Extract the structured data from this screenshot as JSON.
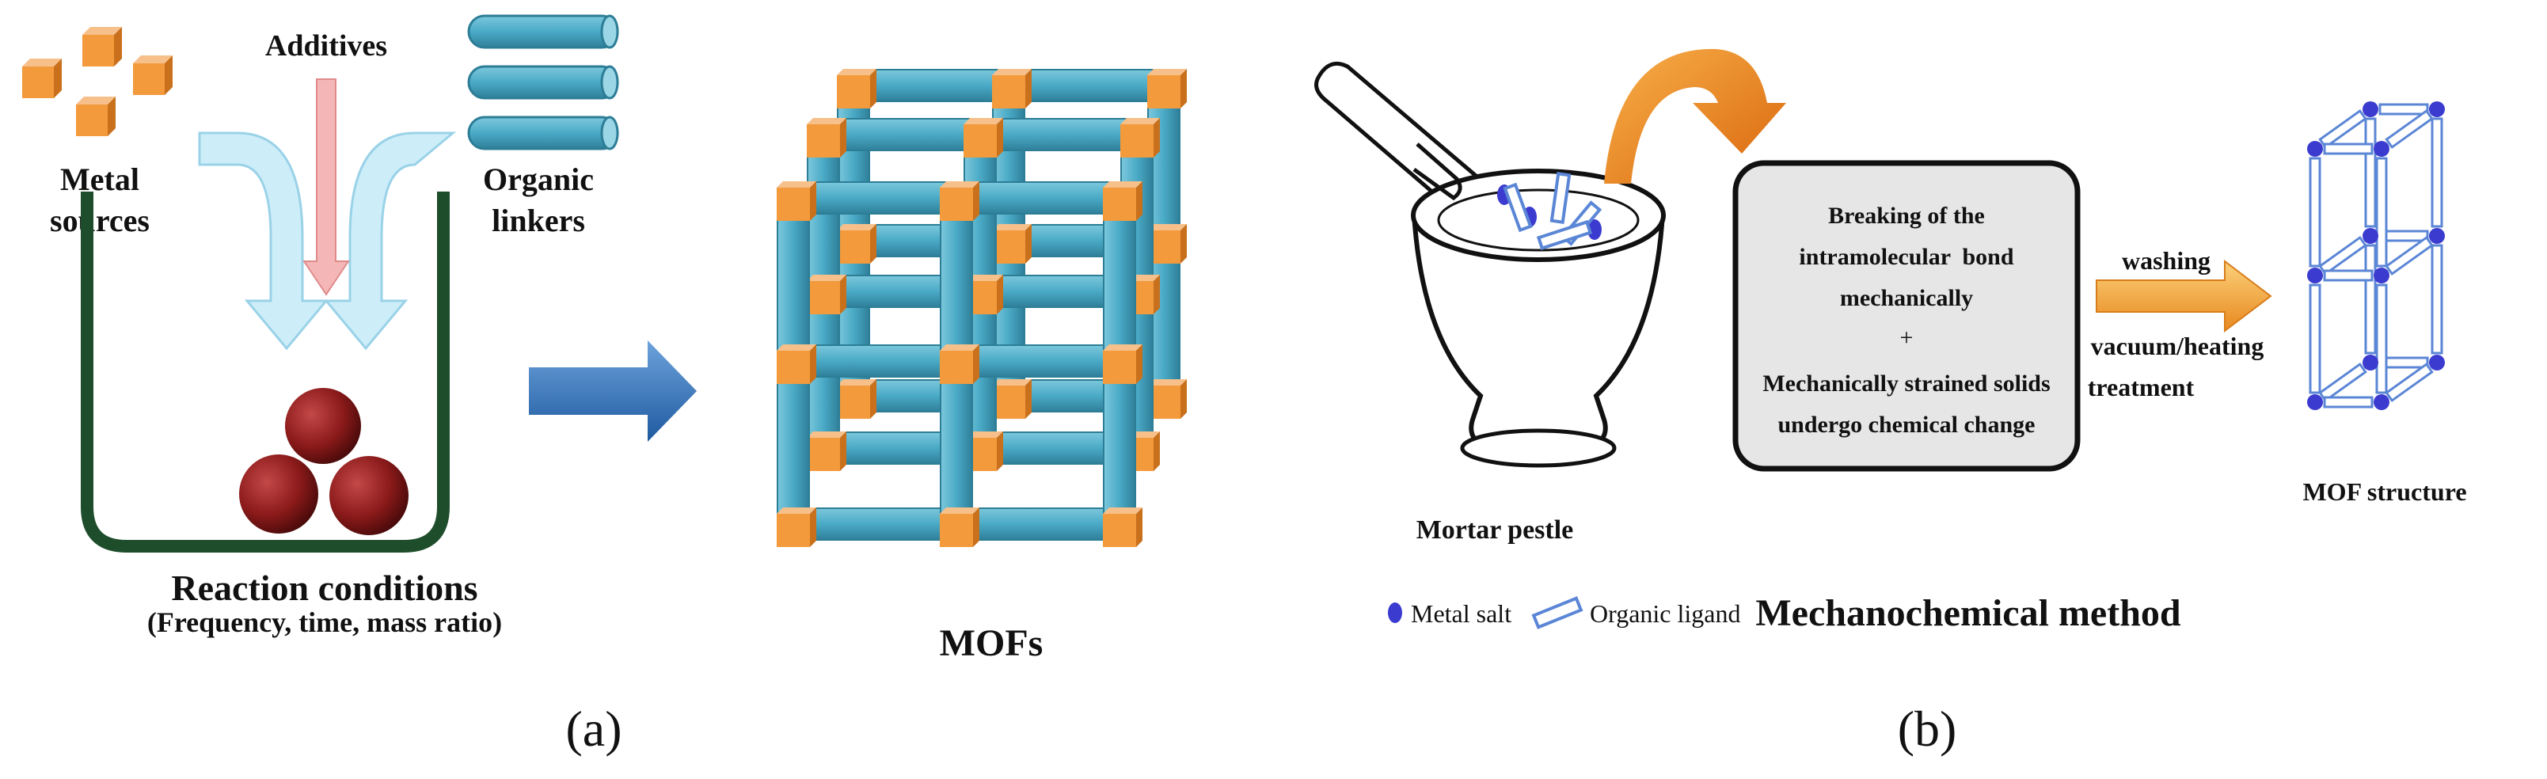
{
  "panel_a": {
    "additives": "Additives",
    "metal_sources": [
      "Metal",
      "sources"
    ],
    "organic_linkers": [
      "Organic",
      "linkers"
    ],
    "reaction_conditions": "Reaction conditions",
    "reaction_details": "(Frequency, time, mass ratio)",
    "product": "MOFs",
    "caption": "(a)"
  },
  "panel_b": {
    "mortar_label": "Mortar pestle",
    "process_box": [
      "Breaking of the",
      "intramolecular  bond",
      "mechanically",
      "+",
      "Mechanically strained solids",
      "undergo chemical change"
    ],
    "step_above": "washing",
    "step_below": [
      "vacuum/heating",
      "treatment"
    ],
    "product": "MOF structure",
    "legend": {
      "metal_salt": "Metal salt",
      "organic_ligand": "Organic ligand"
    },
    "method_title": "Mechanochemical method",
    "caption": "(b)"
  },
  "colors": {
    "cube_orange": "#f39a3c",
    "rod_teal": "#4aaac6",
    "beaker_green": "#1e4d2b",
    "sphere_red": "#8b1a1a",
    "arrow_blue": "#2f6db5",
    "arrow_light_blue": "#cdeef8",
    "additive_pink": "#f4b6b6",
    "curved_arrow_orange": "#f08a1e",
    "metal_salt_blue": "#3b3bcf",
    "ligand_blue": "#5b86d6"
  }
}
